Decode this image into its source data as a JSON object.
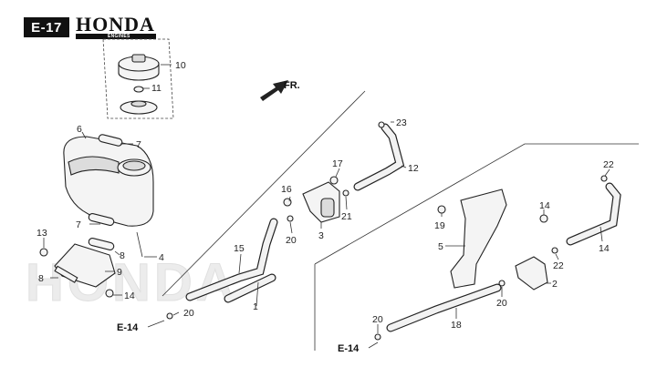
{
  "header": {
    "section_code": "E-17",
    "brand": "HONDA",
    "brand_sub": "ENGINES"
  },
  "direction_label": "FR.",
  "reference_labels": [
    "E-14",
    "E-14"
  ],
  "callouts": [
    "1",
    "2",
    "3",
    "4",
    "5",
    "6",
    "7",
    "7",
    "8",
    "8",
    "9",
    "10",
    "11",
    "12",
    "13",
    "14",
    "14",
    "14",
    "15",
    "16",
    "17",
    "18",
    "19",
    "20",
    "20",
    "20",
    "20",
    "21",
    "22",
    "22",
    "23"
  ],
  "watermark": "HONDA"
}
